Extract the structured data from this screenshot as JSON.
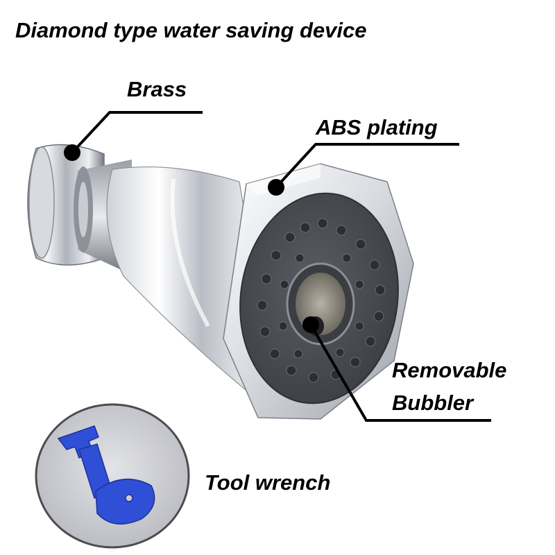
{
  "title": "Diamond type water saving device",
  "callouts": {
    "brass": "Brass",
    "abs_plating": "ABS plating",
    "removable_line1": "Removable",
    "removable_line2": "Bubbler",
    "tool_wrench": "Tool wrench"
  },
  "colors": {
    "chrome_light": "#f4f5f7",
    "chrome_mid": "#c5c9d0",
    "chrome_dark": "#5a5e66",
    "face_gray": "#4a4d52",
    "wrench_blue": "#2f4fd6",
    "inset_gray": "#d2d3d8",
    "leader": "#000000"
  },
  "icons": {
    "product": "aerator-photo",
    "wrench": "key-wrench"
  }
}
